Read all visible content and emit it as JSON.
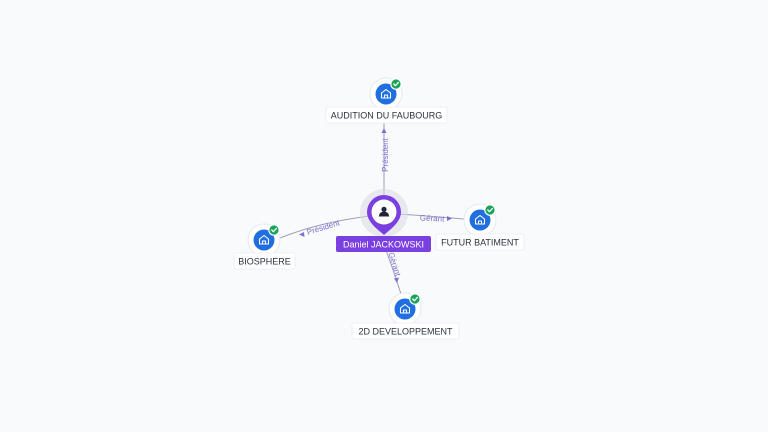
{
  "person": {
    "name": "Daniel JACKOWSKI",
    "icon": "person-icon",
    "color": "#7a3fe0"
  },
  "companies": [
    {
      "id": "audition",
      "name": "AUDITION DU FAUBOURG",
      "icon": "building-icon",
      "verified": true
    },
    {
      "id": "futur",
      "name": "FUTUR BATIMENT",
      "icon": "building-icon",
      "verified": true
    },
    {
      "id": "biosphere",
      "name": "BIOSPHERE",
      "icon": "building-icon",
      "verified": true
    },
    {
      "id": "2d",
      "name": "2D DEVELOPPEMENT",
      "icon": "building-icon",
      "verified": true
    }
  ],
  "relations": [
    {
      "to": "audition",
      "label": "Président"
    },
    {
      "to": "futur",
      "label": "Gérant"
    },
    {
      "to": "biosphere",
      "label": "Président"
    },
    {
      "to": "2d",
      "label": "Gérant"
    }
  ],
  "colors": {
    "company": "#1f6fe0",
    "verified": "#1aa35b",
    "edge_label": "#7a6fd8",
    "background": "#f9fafc"
  }
}
